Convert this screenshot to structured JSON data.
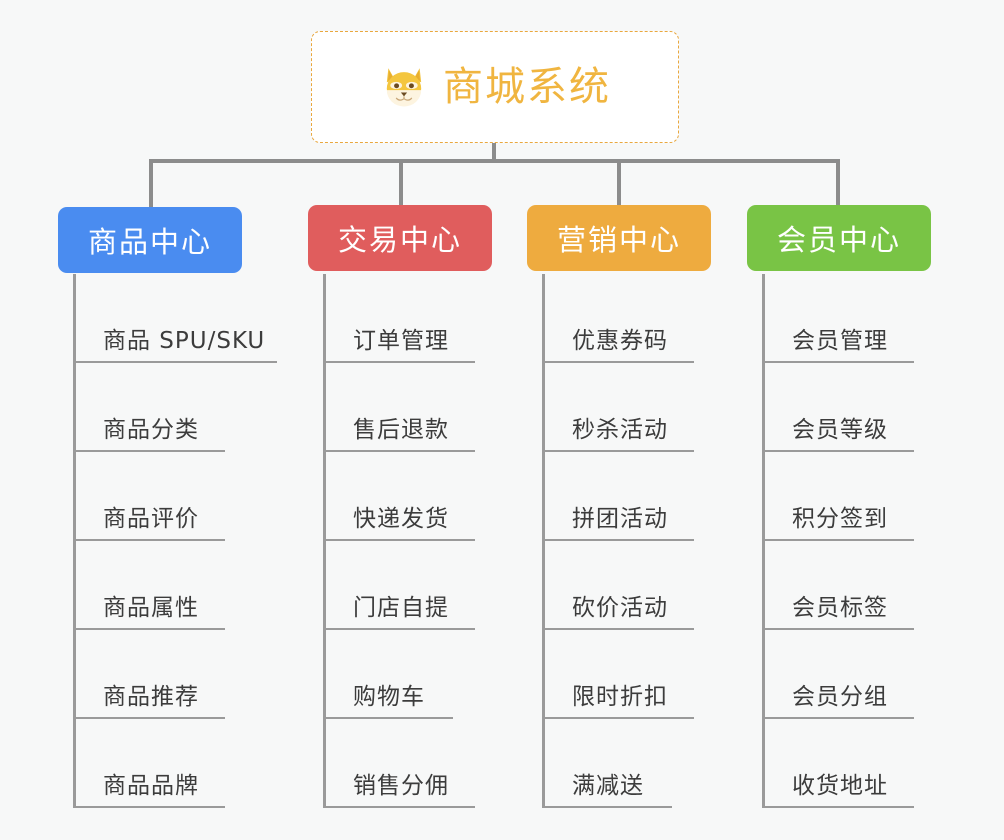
{
  "page": {
    "background_color": "#f7f8f8",
    "type": "org-chart"
  },
  "root": {
    "title": "商城系统",
    "icon": "shiba-dog-icon",
    "border_color": "#e9a73e",
    "text_color": "#f0b540",
    "background_color": "#ffffff"
  },
  "connector": {
    "color": "#8c8c8c"
  },
  "columns": [
    {
      "header": "商品中心",
      "color": "#4a8cf0",
      "items": [
        "商品 SPU/SKU",
        "商品分类",
        "商品评价",
        "商品属性",
        "商品推荐",
        "商品品牌"
      ]
    },
    {
      "header": "交易中心",
      "color": "#e05d5d",
      "items": [
        "订单管理",
        "售后退款",
        "快递发货",
        "门店自提",
        "购物车",
        "销售分佣"
      ]
    },
    {
      "header": "营销中心",
      "color": "#eeab3f",
      "items": [
        "优惠券码",
        "秒杀活动",
        "拼团活动",
        "砍价活动",
        "限时折扣",
        "满减送"
      ]
    },
    {
      "header": "会员中心",
      "color": "#79c445",
      "items": [
        "会员管理",
        "会员等级",
        "积分签到",
        "会员标签",
        "会员分组",
        "收货地址"
      ]
    }
  ]
}
